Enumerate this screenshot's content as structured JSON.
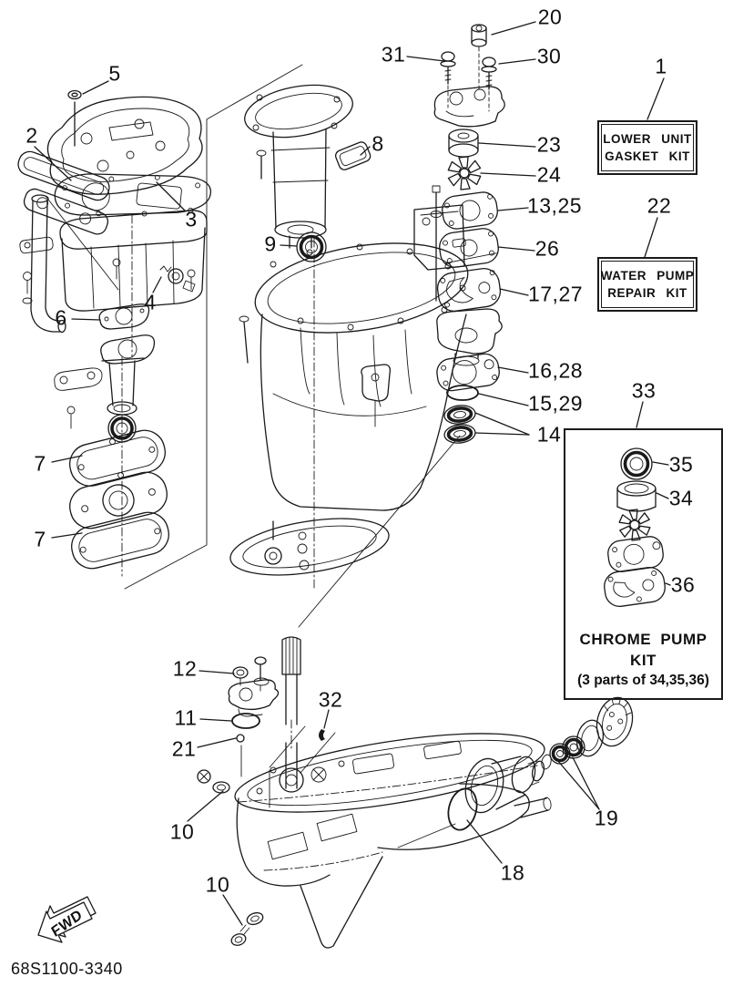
{
  "diagram": {
    "code": "68S1100-3340",
    "fwd": "FWD"
  },
  "boxes": {
    "lower_unit_gasket_kit": {
      "callout": "1",
      "line1": "LOWER UNIT",
      "line2": "GASKET KIT"
    },
    "water_pump_repair_kit": {
      "callout": "22",
      "line1": "WATER PUMP",
      "line2": "REPAIR KIT"
    },
    "chrome_pump_kit": {
      "callout": "33",
      "line1": "CHROME PUMP",
      "line2": "KIT",
      "line3": "(3 parts of 34,35,36)"
    }
  },
  "callouts": {
    "c2": "2",
    "c3": "3",
    "c4": "4",
    "c5": "5",
    "c6": "6",
    "c7a": "7",
    "c7b": "7",
    "c8": "8",
    "c9": "9",
    "c10a": "10",
    "c10b": "10",
    "c11": "11",
    "c12": "12",
    "c13_25": "13,25",
    "c14": "14",
    "c15_29": "15,29",
    "c16_28": "16,28",
    "c17_27": "17,27",
    "c18": "18",
    "c19": "19",
    "c20": "20",
    "c21": "21",
    "c23": "23",
    "c24": "24",
    "c26": "26",
    "c30": "30",
    "c31": "31",
    "c32": "32",
    "c34": "34",
    "c35": "35",
    "c36": "36"
  },
  "colors": {
    "line": "#1a1a1a",
    "background": "#ffffff"
  }
}
